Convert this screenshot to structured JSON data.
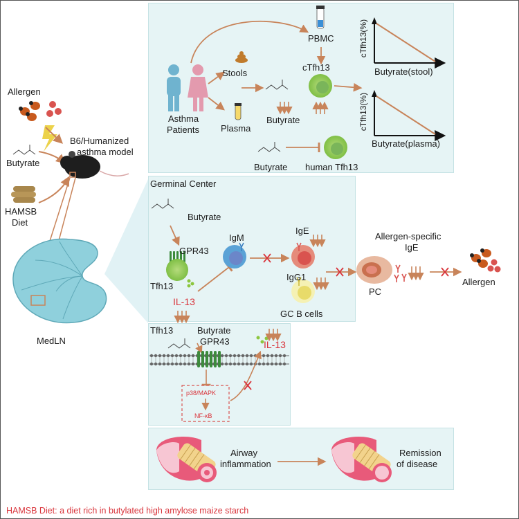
{
  "left": {
    "allergen": "Allergen",
    "butyrate": "Butyrate",
    "model": [
      "B6/Humanized",
      "asthma model"
    ],
    "diet": [
      "HAMSB",
      "Diet"
    ],
    "medln": "MedLN"
  },
  "top_panel": {
    "patients": [
      "Asthma",
      "Patients"
    ],
    "stools": "Stools",
    "plasma": "Plasma",
    "pbmc": "PBMC",
    "ctfh13": "cTfh13",
    "butyrate_mid": "Butyrate",
    "butyrate_bottom": "Butyrate",
    "human_tfh13": "human Tfh13",
    "plot1_ylabel": "cTfh13(%)",
    "plot1_xlabel": "Butyrate(stool)",
    "plot2_ylabel": "cTfh13(%)",
    "plot2_xlabel": "Butyrate(plasma)"
  },
  "germinal": {
    "title": "Germinal Center",
    "butyrate": "Butyrate",
    "gpr43": "GPR43",
    "tfh13": "Tfh13",
    "il13": "IL-13",
    "igm": "IgM",
    "ige": "IgE",
    "igg1": "IgG1",
    "gcb": "GC B cells",
    "pc": "PC",
    "allergen_specific": [
      "Allergen-specific",
      "IgE"
    ],
    "allergen": "Allergen"
  },
  "signal": {
    "tfh13": "Tfh13",
    "butyrate": "Butyrate",
    "gpr43": "GPR43",
    "il13": "IL-13",
    "p38": "p38/MAPK",
    "nfkb": "NF-κB"
  },
  "airway": {
    "inflammation": [
      "Airway",
      "inflammation"
    ],
    "remission": [
      "Remission",
      "of disease"
    ]
  },
  "footnote": "HAMSB Diet: a diet rich in butylated high amylose maize starch",
  "colors": {
    "panel_bg": "#e6f4f5",
    "arrow": "#c8845a",
    "red_text": "#d9343b",
    "cell_green": "#8cc63f",
    "lymph_node": "#8fd0dc"
  }
}
